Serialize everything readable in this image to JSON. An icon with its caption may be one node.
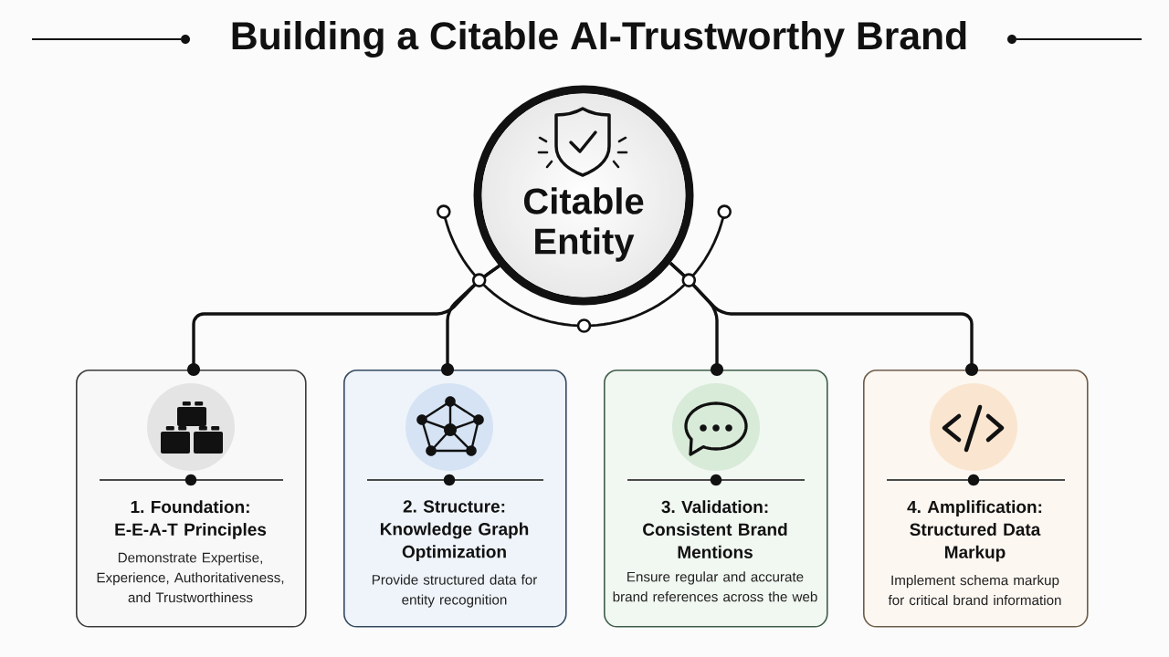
{
  "diagram": {
    "title": "Building a Citable AI-Trustworthy Brand",
    "nodes": [
      {
        "text": [
          "Citable Entity"
        ]
      },
      {
        "text": [
          "1. Foundation: E-E-A-T Principles",
          "Demonstrate Expertise, Experience, Authoritativeness, and Trustworthiness"
        ]
      },
      {
        "text": [
          "2. Structure: Knowledge Graph Optimization",
          "Provide structured data for entity recognition"
        ]
      },
      {
        "text": [
          "3. Validation: Consistent Brand Mentions",
          "Ensure regular and accurate brand references across the web"
        ]
      },
      {
        "text": [
          "4. Amplification: Structured Data Markup",
          "Implement schema markup for critical brand information"
        ]
      }
    ],
    "edges": [
      {
        "from": 0,
        "to": 1,
        "arrow": "other"
      },
      {
        "from": 0,
        "to": 2,
        "arrow": "other"
      },
      {
        "from": 0,
        "to": 3,
        "arrow": "other"
      },
      {
        "from": 0,
        "to": 4,
        "arrow": "other"
      }
    ]
  }
}
